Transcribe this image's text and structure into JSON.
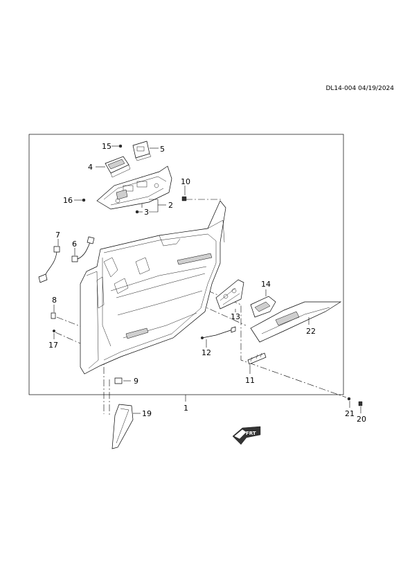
{
  "header": {
    "ref_code": "DL14-004 04/19/2024"
  },
  "callouts": {
    "c1": "1",
    "c2": "2",
    "c3": "3",
    "c4": "4",
    "c5": "5",
    "c6": "6",
    "c7": "7",
    "c8": "8",
    "c9": "9",
    "c10": "10",
    "c11": "11",
    "c12": "12",
    "c13": "13",
    "c14": "14",
    "c15": "15",
    "c16": "16",
    "c17": "17",
    "c19": "19",
    "c20": "20",
    "c21": "21",
    "c22": "22"
  },
  "front_indicator": {
    "label": "FRT"
  }
}
